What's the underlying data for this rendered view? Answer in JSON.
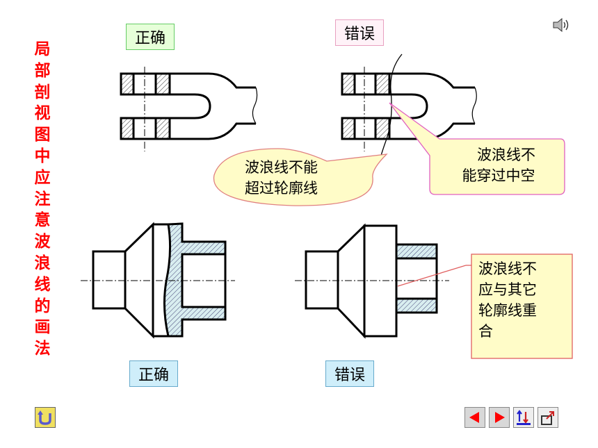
{
  "title_chars": [
    "局",
    "部",
    "剖",
    "视",
    "图",
    "中",
    "应",
    "注",
    "意",
    "波",
    "浪",
    "线",
    "的",
    "画",
    "法"
  ],
  "labels": {
    "top_correct": "正确",
    "top_wrong": "错误",
    "bottom_correct": "正确",
    "bottom_wrong": "错误"
  },
  "callouts": {
    "no_exceed_outline": [
      "波浪线不能",
      "超过轮廓线"
    ],
    "no_cross_hollow": [
      "波浪线不",
      "能穿过中空"
    ],
    "no_coincide": [
      "波浪线不",
      "应与其它",
      "轮廓线重",
      "合"
    ]
  },
  "icons": {
    "sound": "speaker-icon",
    "return": "return-icon",
    "prev": "prev-arrow-icon",
    "next": "next-arrow-icon",
    "index": "index-icon",
    "exit": "exit-icon"
  },
  "colors": {
    "title": "#ff0000",
    "callout_fill": "#fffcc8",
    "callout_border_pink": "#e060c0",
    "callout_border_red": "#e06060",
    "nav_arrow": "#ff0000",
    "hatch": "#555555"
  }
}
